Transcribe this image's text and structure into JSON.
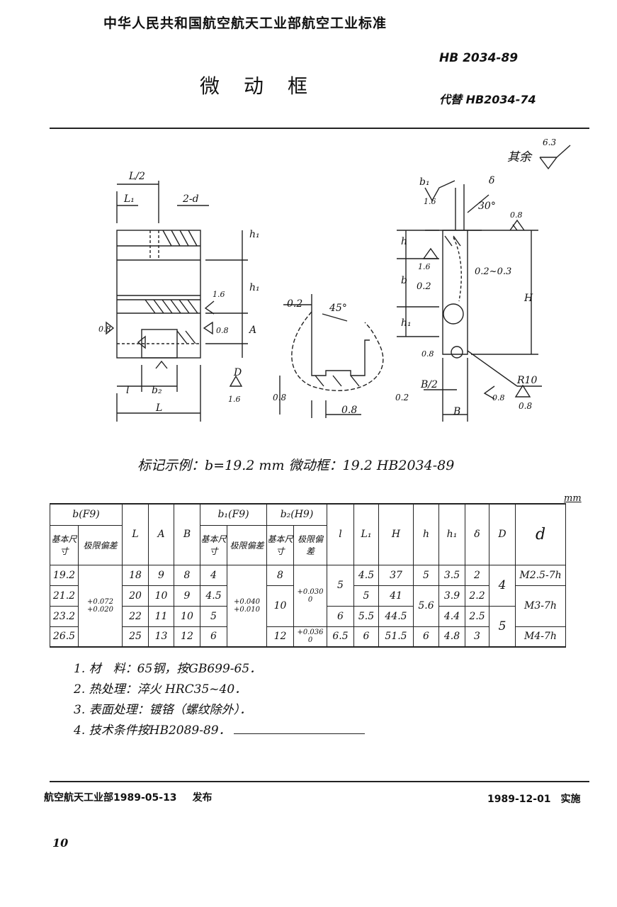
{
  "header": {
    "title": "中华人民共和国航空航天工业部航空工业标准",
    "std_number": "HB 2034-89",
    "doc_name": "微动框",
    "replaces": "代替 HB2034-74"
  },
  "drawing": {
    "roughness_note": "其余",
    "roughness_default": "6.3",
    "labels": {
      "L2": "L/2",
      "L1": "L₁",
      "hole": "2-d",
      "h1": "h₁",
      "A": "A",
      "l": "l",
      "b2": "b₂",
      "L": "L",
      "D": "D",
      "r16": "1.6",
      "r08": "0.8",
      "v02": "0.2",
      "v45": "45°",
      "b1": "b₁",
      "delta": "δ",
      "v30": "30°",
      "h": "h",
      "b": "b",
      "H": "H",
      "v0203": "0.2~0.3",
      "B2": "B/2",
      "R10": "R10",
      "B": "B"
    }
  },
  "example": "标记示例：b=19.2 mm 微动框：19.2 HB2034-89",
  "unit": "mm",
  "table": {
    "head": {
      "b": "b(F9)",
      "b1": "b₁(F9)",
      "b2": "b₂(H9)",
      "basic": "基本尺寸",
      "dev": "极限偏差",
      "L": "L",
      "A": "A",
      "B": "B",
      "l": "l",
      "L1": "L₁",
      "H": "H",
      "h": "h",
      "h1": "h₁",
      "delta": "δ",
      "D": "D",
      "d": "d"
    },
    "tol_b": [
      "+0.072",
      "+0.020"
    ],
    "tol_b1": [
      "+0.040",
      "+0.010"
    ],
    "tol_b2_a": [
      "+0.030",
      "0"
    ],
    "tol_b2_b": [
      "+0.036",
      "0"
    ],
    "rows": [
      {
        "b": "19.2",
        "L": "18",
        "A": "9",
        "B": "8",
        "b1": "4",
        "b2": "8",
        "L1": "4.5",
        "H": "37",
        "h": "5",
        "h1": "3.5",
        "delta": "2",
        "d": "M2.5-7h"
      },
      {
        "b": "21.2",
        "L": "20",
        "A": "10",
        "B": "9",
        "b1": "4.5",
        "L1": "5",
        "H": "41",
        "h1": "3.9",
        "delta": "2.2"
      },
      {
        "b": "23.2",
        "L": "22",
        "A": "11",
        "B": "10",
        "b1": "5",
        "l": "6",
        "L1": "5.5",
        "H": "44.5",
        "h1": "4.4",
        "delta": "2.5"
      },
      {
        "b": "26.5",
        "L": "25",
        "A": "13",
        "B": "12",
        "b1": "6",
        "b2": "12",
        "l": "6.5",
        "L1": "6",
        "H": "51.5",
        "h": "6",
        "h1": "4.8",
        "delta": "3",
        "d": "M4-7h"
      }
    ],
    "merged": {
      "b2_mid": "10",
      "l_top": "5",
      "h_mid": "5.6",
      "D_top": "4",
      "D_bot": "5",
      "d_mid": "M3-7h"
    }
  },
  "notes": [
    "1. 材　料：65钢，按GB699-65．",
    "2. 热处理：淬火 HRC35~40．",
    "3. 表面处理：镀铬（螺纹除外）．",
    "4. 技术条件按HB2089-89．"
  ],
  "footer": {
    "issuer": "航空航天工业部1989-05-13",
    "published": "发布",
    "effective": "1989-12-01　实施",
    "page": "10"
  }
}
